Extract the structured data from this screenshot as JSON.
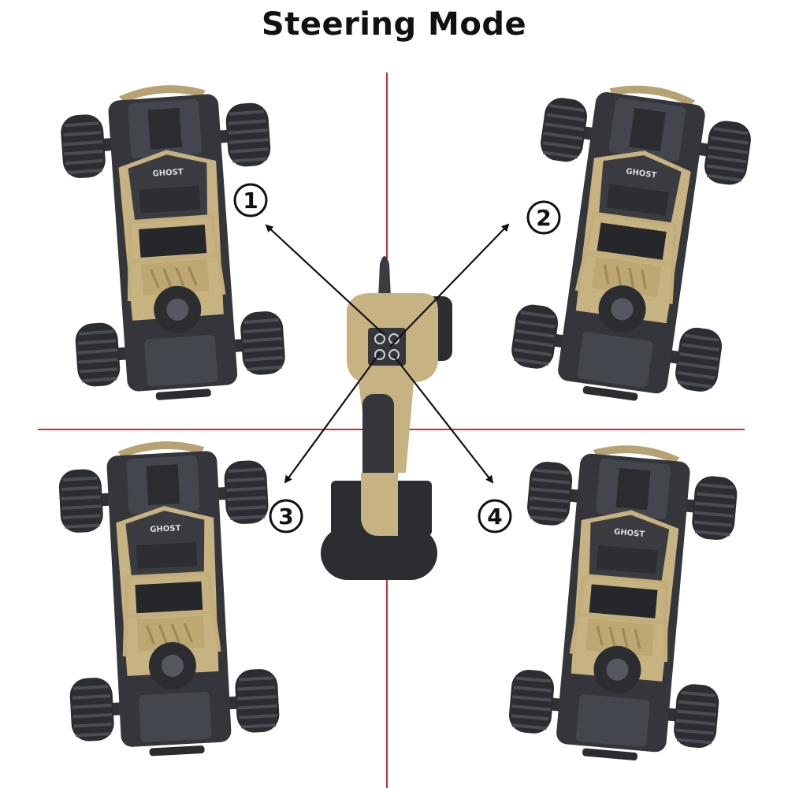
{
  "title": "Steering Mode",
  "cars": [
    {
      "id": 1,
      "label": "GHOST",
      "direction": "forward-left"
    },
    {
      "id": 2,
      "label": "GHOST",
      "direction": "forward-right"
    },
    {
      "id": 3,
      "label": "GHOST",
      "direction": "backward-left"
    },
    {
      "id": 4,
      "label": "GHOST",
      "direction": "backward-right"
    }
  ],
  "markers": [
    "1",
    "2",
    "3",
    "4"
  ],
  "colors": {
    "divider": "#cc2b36",
    "body_gold": "#c7b282",
    "body_dark": "#34363b",
    "tire": "#2b2d31",
    "arrow": "#111111"
  }
}
